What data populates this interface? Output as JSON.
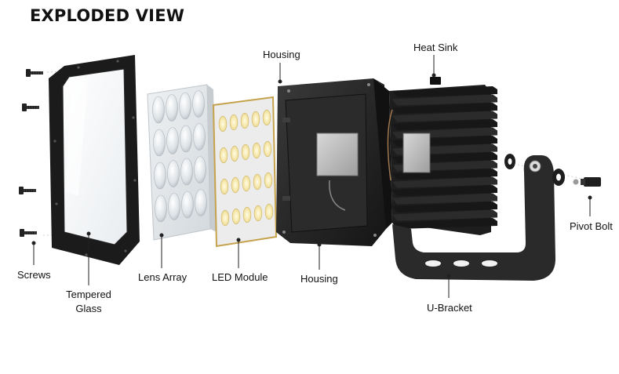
{
  "title": "EXPLODED VIEW",
  "labels": {
    "housing_top": "Housing",
    "heat_sink": "Heat Sink",
    "pivot_bolt": "Pivot Bolt",
    "screws": "Screws",
    "tempered_glass_line1": "Tempered",
    "tempered_glass_line2": "Glass",
    "lens_array": "Lens Array",
    "led_module": "LED Module",
    "housing_bottom": "Housing",
    "u_bracket": "U-Bracket"
  },
  "colors": {
    "frame": "#1b1b1b",
    "housing": "#222222",
    "heat_sink": "#1e1e1e",
    "bracket": "#2a2a2a",
    "led": "#f4e3a8",
    "driver_box": "#bdbdbd"
  }
}
